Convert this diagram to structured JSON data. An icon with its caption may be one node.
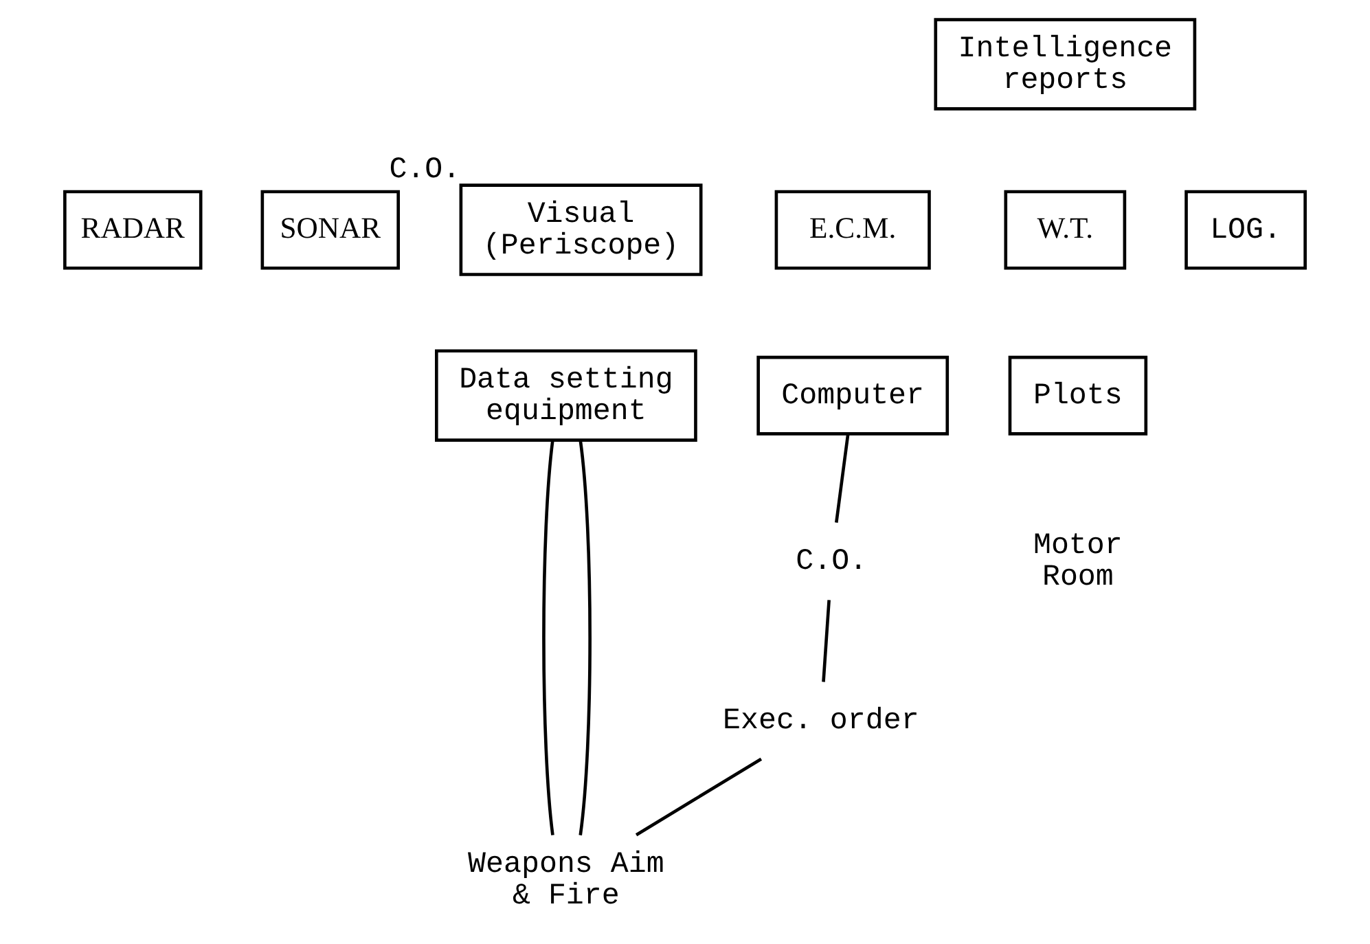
{
  "diagram": {
    "nodes": [
      {
        "text": [
          "Intelligence reports"
        ]
      },
      {
        "text": [
          "RADAR"
        ]
      },
      {
        "text": [
          "SONAR"
        ]
      },
      {
        "text": [
          "Visual (Periscope)"
        ],
        "beside": [
          "C.O."
        ]
      },
      {
        "text": [
          "E.C.M."
        ]
      },
      {
        "text": [
          "W.T."
        ]
      },
      {
        "text": [
          "LOG."
        ]
      },
      {
        "text": [
          "Data setting equipment"
        ]
      },
      {
        "text": [
          "Computer"
        ]
      },
      {
        "text": [
          "Plots"
        ]
      },
      {
        "text": [
          "C.O."
        ]
      },
      {
        "text": [
          "Exec. order"
        ]
      },
      {
        "text": [
          "Weapons Aim & Fire"
        ]
      }
    ],
    "edges": [
      {
        "from": 7,
        "to": 12,
        "arrow": "none"
      },
      {
        "from": 7,
        "to": 12,
        "arrow": "none"
      },
      {
        "from": 8,
        "to": 10,
        "arrow": "none"
      },
      {
        "from": 10,
        "to": 11,
        "arrow": "none"
      },
      {
        "from": 11,
        "to": 12,
        "arrow": "none"
      }
    ],
    "labels": [
      "Motor Room"
    ]
  }
}
